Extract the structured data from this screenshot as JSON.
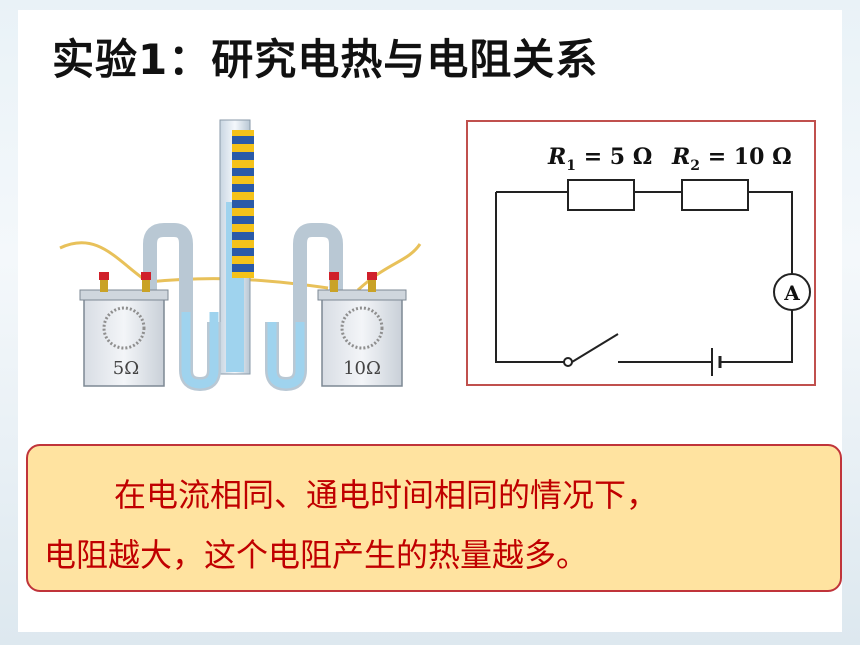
{
  "title": "实验1：研究电热与电阻关系",
  "apparatus": {
    "left_container_label": "5Ω",
    "right_container_label": "10Ω"
  },
  "circuit": {
    "r1_label": "R",
    "r1_sub": "1",
    "r1_value": " = 5 Ω",
    "r2_label": "R",
    "r2_sub": "2",
    "r2_value": " = 10 Ω",
    "ammeter_label": "A"
  },
  "conclusion": {
    "line1": "在电流相同、通电时间相同的情况下，",
    "line2": "电阻越大，这个电阻产生的热量越多。"
  },
  "colors": {
    "text_red": "#c00000",
    "box_border": "#c0504d",
    "box_fill": "#ffe3a0",
    "liquid": "#9fd3ee"
  }
}
